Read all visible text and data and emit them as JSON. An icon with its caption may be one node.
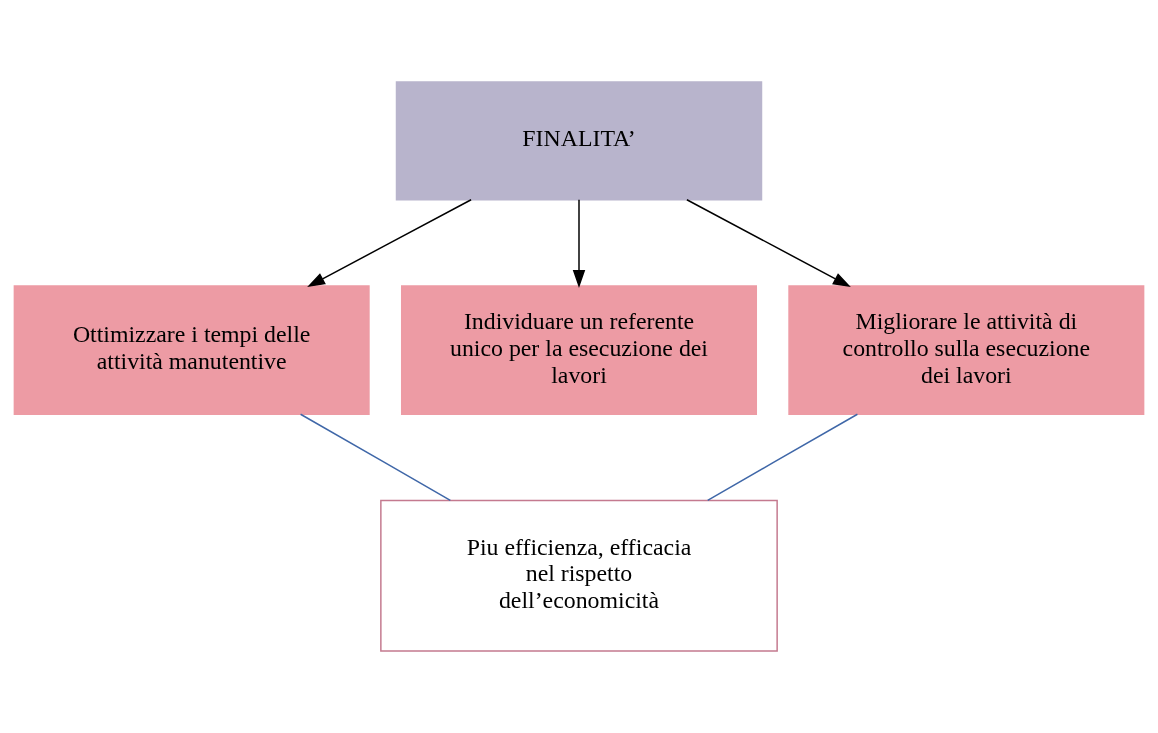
{
  "diagram": {
    "nodes": [
      {
        "text": [
          "FINALITA’"
        ]
      },
      {
        "text": [
          "Ottimizzare i tempi delle attività manutentive"
        ]
      },
      {
        "text": [
          "Individuare un referente unico per la esecuzione dei lavori"
        ]
      },
      {
        "text": [
          "Migliorare le attività di controllo sulla esecuzione dei lavori"
        ]
      },
      {
        "text": [
          "Piu efficienza, efficacia nel rispetto dell’economicità"
        ]
      }
    ],
    "edges": [
      {
        "from": 0,
        "to": 1,
        "arrow": "to"
      },
      {
        "from": 0,
        "to": 2,
        "arrow": "to"
      },
      {
        "from": 0,
        "to": 3,
        "arrow": "to"
      },
      {
        "from": 1,
        "to": 4,
        "arrow": "none",
        "color": "#3f67a8"
      },
      {
        "from": 3,
        "to": 4,
        "arrow": "none",
        "color": "#3f67a8"
      }
    ]
  }
}
